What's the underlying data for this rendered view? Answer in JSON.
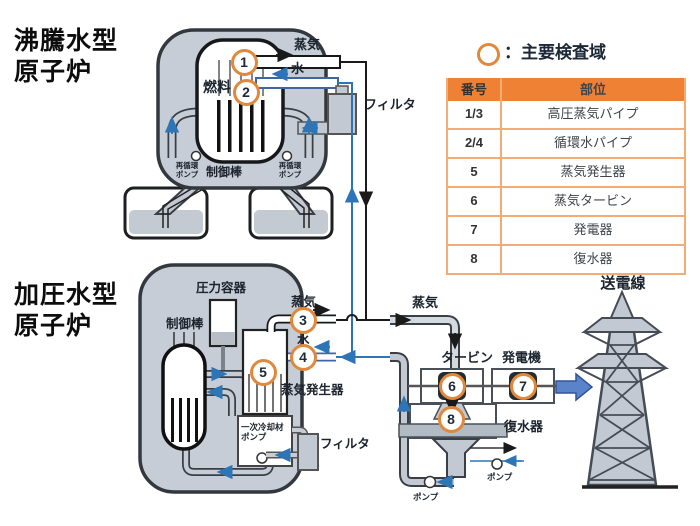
{
  "colors": {
    "accent_orange": "#E0883B",
    "table_header_orange": "#EE8133",
    "water_blue": "#2E75B6",
    "diagram_gray": "#C7CDD6",
    "power_arrow_blue": "#5B83C9"
  },
  "legend": {
    "label": "：主要検査域"
  },
  "inspection_table": {
    "header": {
      "no": "番号",
      "part": "部位"
    },
    "rows": [
      {
        "no": "1/3",
        "part": "高圧蒸気パイプ"
      },
      {
        "no": "2/4",
        "part": "循環水パイプ"
      },
      {
        "no": "5",
        "part": "蒸気発生器"
      },
      {
        "no": "6",
        "part": "蒸気タービン"
      },
      {
        "no": "7",
        "part": "発電器"
      },
      {
        "no": "8",
        "part": "復水器"
      }
    ]
  },
  "markers": [
    "1",
    "2",
    "3",
    "4",
    "5",
    "6",
    "7",
    "8"
  ],
  "bwr": {
    "title_line1": "沸騰水型",
    "title_line2": "原子炉",
    "steam": "蒸気",
    "water": "水",
    "filter": "フィルタ",
    "fuel": "燃料",
    "control_rods": "制御棒",
    "recirc_pump_line1": "再循環",
    "recirc_pump_line2": "ポンプ"
  },
  "pwr": {
    "title_line1": "加圧水型",
    "title_line2": "原子炉",
    "pressure_vessel": "圧力容器",
    "control_rods": "制御棒",
    "steam": "蒸気",
    "water": "水",
    "steam_generator": "蒸気発生器",
    "primary_pump_line1": "一次冷却材",
    "primary_pump_line2": "ポンプ",
    "filter": "フィルタ"
  },
  "plant": {
    "main_steam": "蒸気",
    "turbine": "タービン",
    "generator": "発電機",
    "condenser": "復水器",
    "pump_bottom": "ポンプ",
    "pump_right": "ポンプ",
    "power_line": "送電線"
  }
}
